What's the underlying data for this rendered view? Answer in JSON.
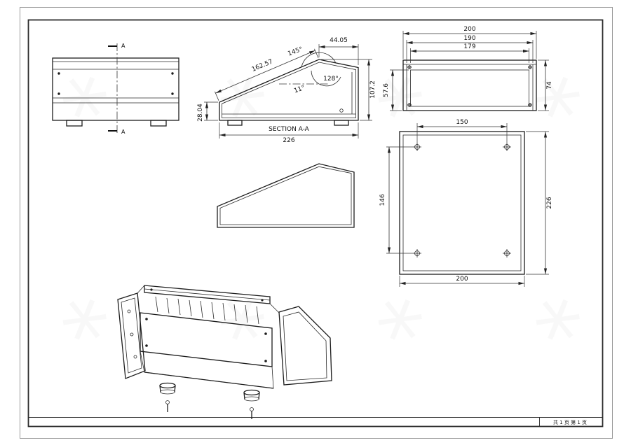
{
  "sheet": {
    "page_footer": "共 1 页  第 1 页",
    "watermark_glyph": "*"
  },
  "front_view": {
    "section_label_top": "A",
    "section_label_bottom": "A"
  },
  "section_view": {
    "title": "SECTION A-A",
    "dim_top_width": "44.05",
    "dim_angle_peak": "145°",
    "dim_slope_length": "162.57",
    "dim_angle_inner": "128°",
    "dim_slope_angle": "11°",
    "dim_height_right": "107.2",
    "dim_height_left": "28.04",
    "dim_bottom_width": "226"
  },
  "rear_view": {
    "dim_width_outer": "200",
    "dim_width_mid": "190",
    "dim_width_inner": "179",
    "dim_height_right": "74",
    "dim_height_left": "57.6"
  },
  "bottom_view": {
    "dim_hole_spacing_x": "150",
    "dim_hole_spacing_y": "146",
    "dim_height": "226",
    "dim_width": "200"
  }
}
